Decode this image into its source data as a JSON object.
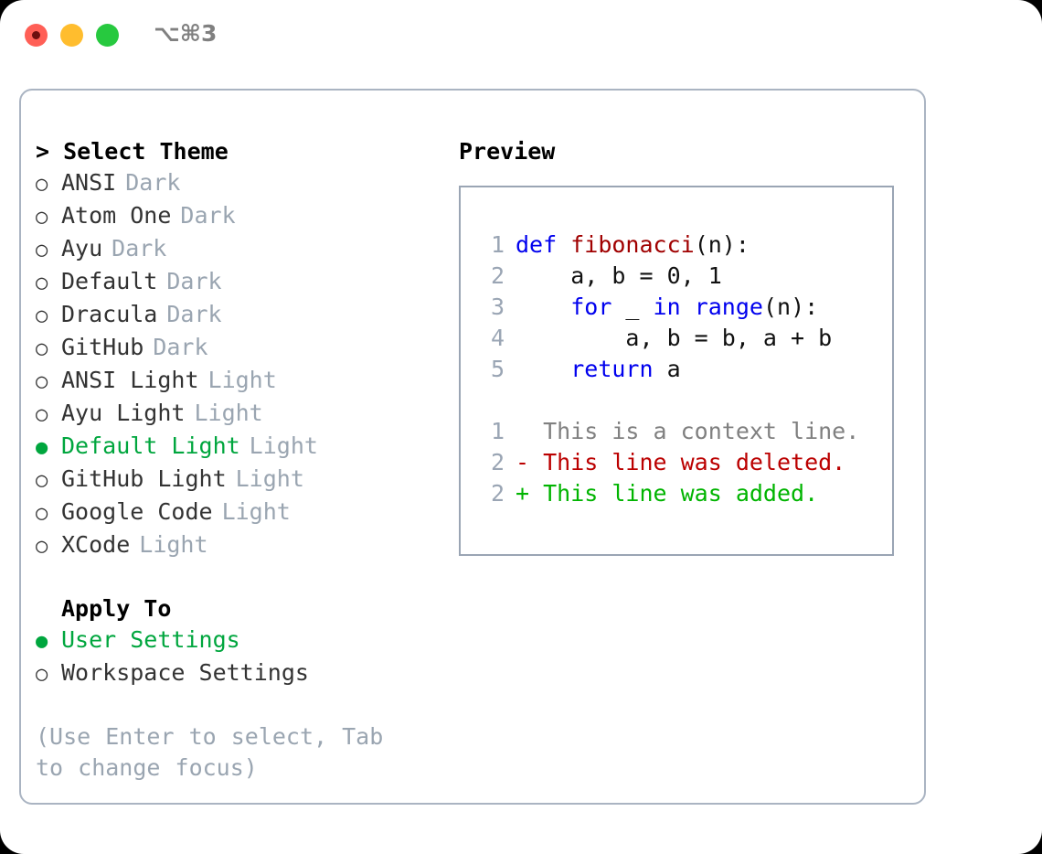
{
  "titlebar": {
    "shortcut": "⌥⌘3",
    "buttons": [
      {
        "name": "close",
        "color": "#ff5f56"
      },
      {
        "name": "minimize",
        "color": "#ffbd2e"
      },
      {
        "name": "maximize",
        "color": "#27c93f"
      }
    ]
  },
  "theme_section": {
    "caret": ">",
    "title": "Select Theme",
    "items": [
      {
        "bullet": "○",
        "label": "ANSI",
        "tag": "Dark",
        "selected": false
      },
      {
        "bullet": "○",
        "label": "Atom One",
        "tag": "Dark",
        "selected": false
      },
      {
        "bullet": "○",
        "label": "Ayu",
        "tag": "Dark",
        "selected": false
      },
      {
        "bullet": "○",
        "label": "Default",
        "tag": "Dark",
        "selected": false
      },
      {
        "bullet": "○",
        "label": "Dracula",
        "tag": "Dark",
        "selected": false
      },
      {
        "bullet": "○",
        "label": "GitHub",
        "tag": "Dark",
        "selected": false
      },
      {
        "bullet": "○",
        "label": "ANSI Light",
        "tag": "Light",
        "selected": false
      },
      {
        "bullet": "○",
        "label": "Ayu Light",
        "tag": "Light",
        "selected": false
      },
      {
        "bullet": "●",
        "label": "Default Light",
        "tag": "Light",
        "selected": true
      },
      {
        "bullet": "○",
        "label": "GitHub Light",
        "tag": "Light",
        "selected": false
      },
      {
        "bullet": "○",
        "label": "Google Code",
        "tag": "Light",
        "selected": false
      },
      {
        "bullet": "○",
        "label": "XCode",
        "tag": "Light",
        "selected": false
      }
    ]
  },
  "apply_section": {
    "title": "Apply To",
    "items": [
      {
        "bullet": "●",
        "label": "User Settings",
        "selected": true
      },
      {
        "bullet": "○",
        "label": "Workspace Settings",
        "selected": false
      }
    ]
  },
  "hint": "(Use Enter to select, Tab to change focus)",
  "preview": {
    "title": "Preview",
    "code_lines": [
      {
        "num": "1",
        "tokens": [
          {
            "text": "def ",
            "kind": "kw"
          },
          {
            "text": "fibonacci",
            "kind": "fn"
          },
          {
            "text": "(n):",
            "kind": "plain"
          }
        ]
      },
      {
        "num": "2",
        "tokens": [
          {
            "text": "    a, b = 0, 1",
            "kind": "plain"
          }
        ]
      },
      {
        "num": "3",
        "tokens": [
          {
            "text": "    ",
            "kind": "plain"
          },
          {
            "text": "for",
            "kind": "kw"
          },
          {
            "text": " _ ",
            "kind": "plain"
          },
          {
            "text": "in",
            "kind": "kw"
          },
          {
            "text": " ",
            "kind": "plain"
          },
          {
            "text": "range",
            "kind": "kw"
          },
          {
            "text": "(n):",
            "kind": "plain"
          }
        ]
      },
      {
        "num": "4",
        "tokens": [
          {
            "text": "        a, b = b, a + b",
            "kind": "plain"
          }
        ]
      },
      {
        "num": "5",
        "tokens": [
          {
            "text": "    ",
            "kind": "plain"
          },
          {
            "text": "return",
            "kind": "kw"
          },
          {
            "text": " a",
            "kind": "plain"
          }
        ]
      }
    ],
    "diff_lines": [
      {
        "num": "1",
        "marker": "  ",
        "text": "This is a context line.",
        "kind": "ctx"
      },
      {
        "num": "2",
        "marker": "- ",
        "text": "This line was deleted.",
        "kind": "del"
      },
      {
        "num": "2",
        "marker": "+ ",
        "text": "This line was added.",
        "kind": "add"
      }
    ]
  },
  "colors": {
    "selected_green": "#00a63e",
    "tag_gray": "#9aa5b1",
    "keyword_blue": "#0000ee",
    "function_red": "#a00000",
    "diff_delete": "#bb0000",
    "diff_add": "#00b400",
    "border": "#aab4c2"
  }
}
